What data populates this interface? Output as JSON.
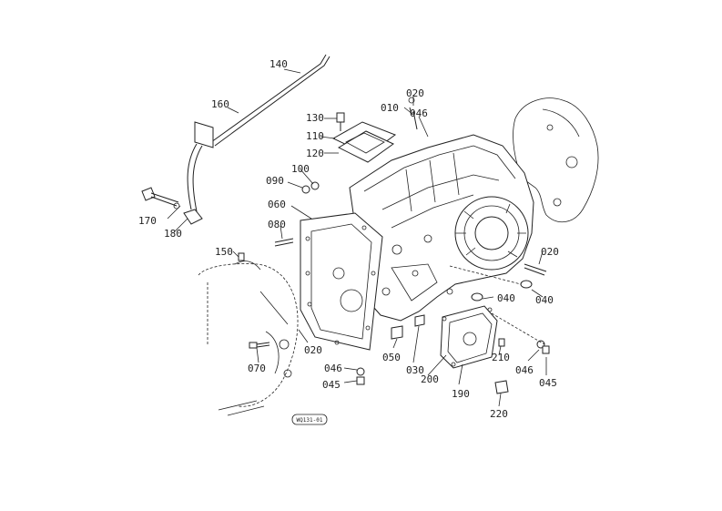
{
  "diagram": {
    "reference_code": "WQ131-01",
    "callouts": [
      {
        "id": "140",
        "label": "140"
      },
      {
        "id": "160",
        "label": "160"
      },
      {
        "id": "130",
        "label": "130"
      },
      {
        "id": "110",
        "label": "110"
      },
      {
        "id": "120",
        "label": "120"
      },
      {
        "id": "100",
        "label": "100"
      },
      {
        "id": "090",
        "label": "090"
      },
      {
        "id": "060",
        "label": "060"
      },
      {
        "id": "080",
        "label": "080"
      },
      {
        "id": "170",
        "label": "170"
      },
      {
        "id": "180",
        "label": "180"
      },
      {
        "id": "150",
        "label": "150"
      },
      {
        "id": "020a",
        "label": "020"
      },
      {
        "id": "010",
        "label": "010"
      },
      {
        "id": "046a",
        "label": "046"
      },
      {
        "id": "020b",
        "label": "020"
      },
      {
        "id": "040a",
        "label": "040"
      },
      {
        "id": "040b",
        "label": "040"
      },
      {
        "id": "020c",
        "label": "020"
      },
      {
        "id": "070",
        "label": "070"
      },
      {
        "id": "046b",
        "label": "046"
      },
      {
        "id": "045a",
        "label": "045"
      },
      {
        "id": "050",
        "label": "050"
      },
      {
        "id": "030",
        "label": "030"
      },
      {
        "id": "200",
        "label": "200"
      },
      {
        "id": "190",
        "label": "190"
      },
      {
        "id": "210",
        "label": "210"
      },
      {
        "id": "046c",
        "label": "046"
      },
      {
        "id": "045b",
        "label": "045"
      },
      {
        "id": "220",
        "label": "220"
      }
    ]
  }
}
